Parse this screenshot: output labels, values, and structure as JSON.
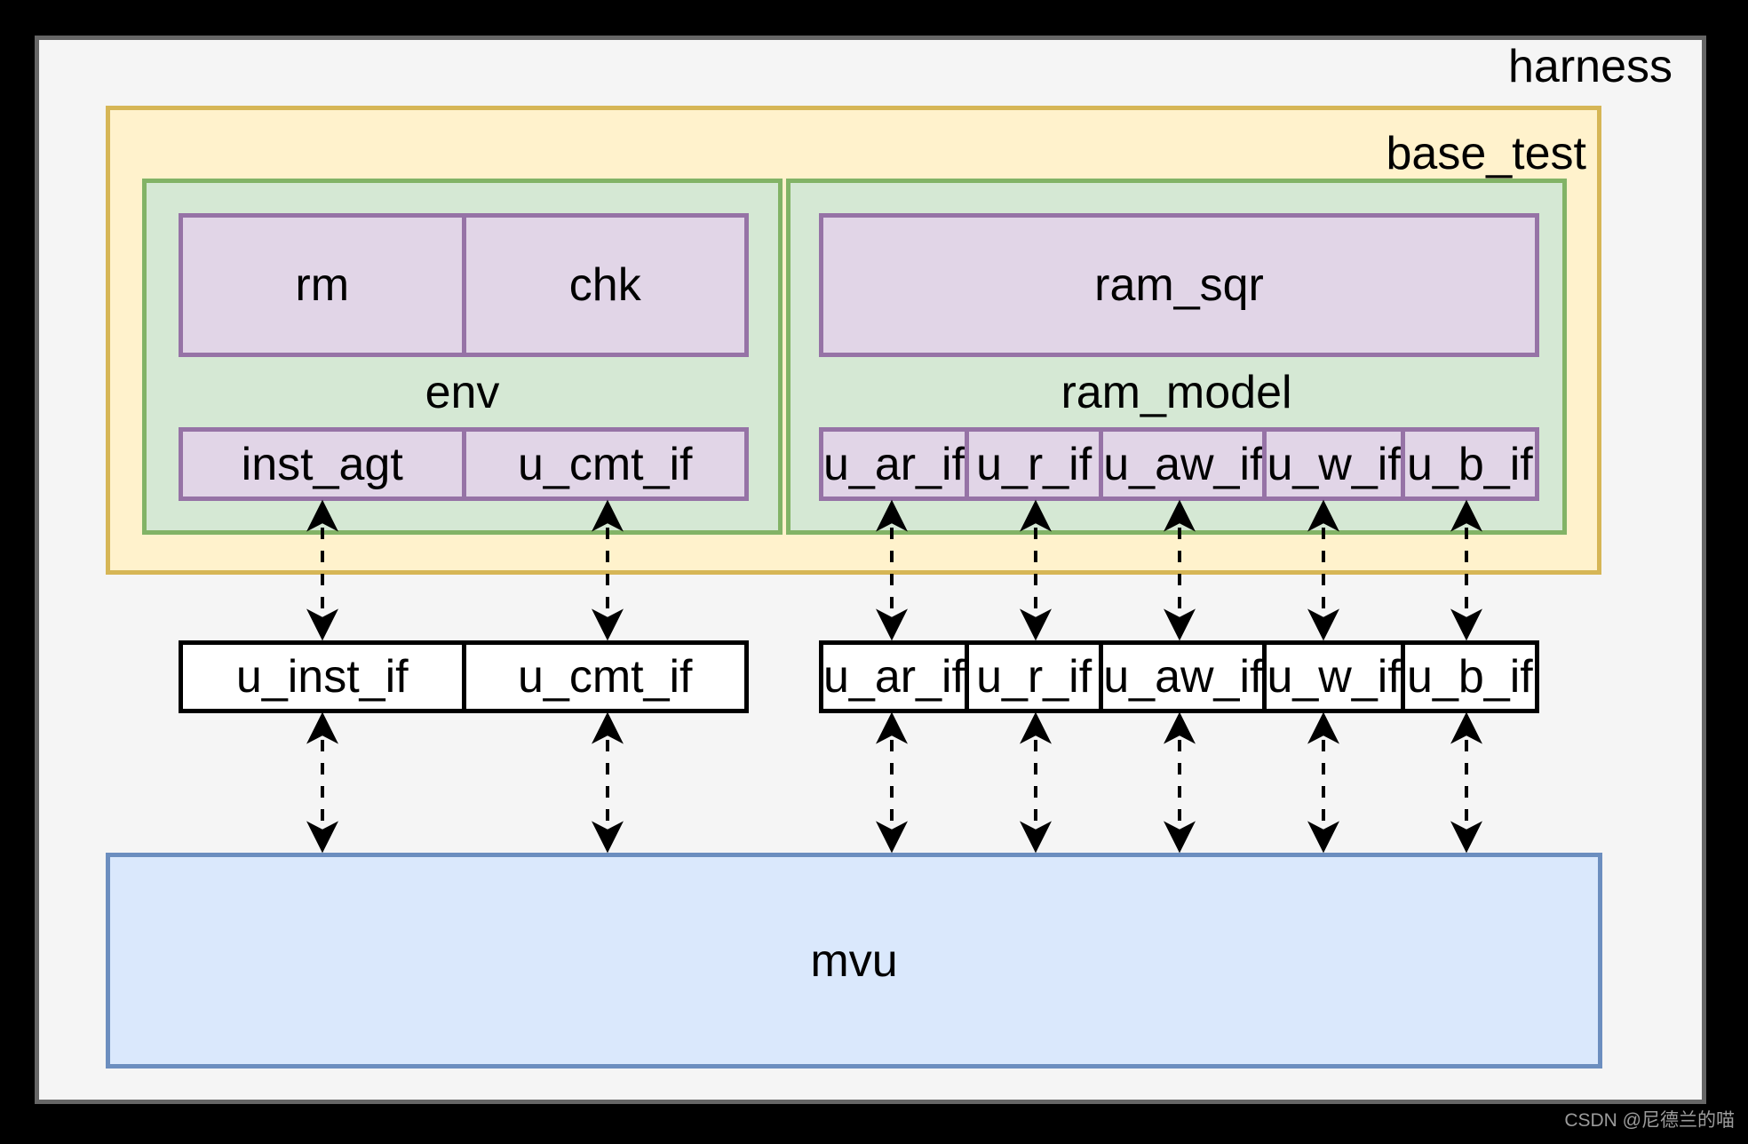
{
  "diagram": {
    "harness_label": "harness",
    "base_test_label": "base_test",
    "env": {
      "label": "env",
      "components": [
        "rm",
        "chk"
      ],
      "interfaces": [
        "inst_agt",
        "u_cmt_if"
      ]
    },
    "ram_model": {
      "label": "ram_model",
      "components": [
        "ram_sqr"
      ],
      "interfaces": [
        "u_ar_if",
        "u_r_if",
        "u_aw_if",
        "u_w_if",
        "u_b_if"
      ]
    },
    "dut_interfaces_left": [
      "u_inst_if",
      "u_cmt_if"
    ],
    "dut_interfaces_right": [
      "u_ar_if",
      "u_r_if",
      "u_aw_if",
      "u_w_if",
      "u_b_if"
    ],
    "mvu_label": "mvu"
  },
  "watermark": "CSDN @尼德兰的喵",
  "colors": {
    "harness_fill": "#f5f5f5",
    "harness_border": "#666666",
    "base_test_fill": "#fff2cc",
    "base_test_border": "#d6b656",
    "group_fill": "#d5e8d4",
    "group_border": "#82b366",
    "component_fill": "#e1d5e7",
    "component_border": "#9673a6",
    "interface_fill": "#ffffff",
    "interface_border": "#000000",
    "mvu_fill": "#dae8fc",
    "mvu_border": "#6c8ebf",
    "connector": "#000000"
  }
}
